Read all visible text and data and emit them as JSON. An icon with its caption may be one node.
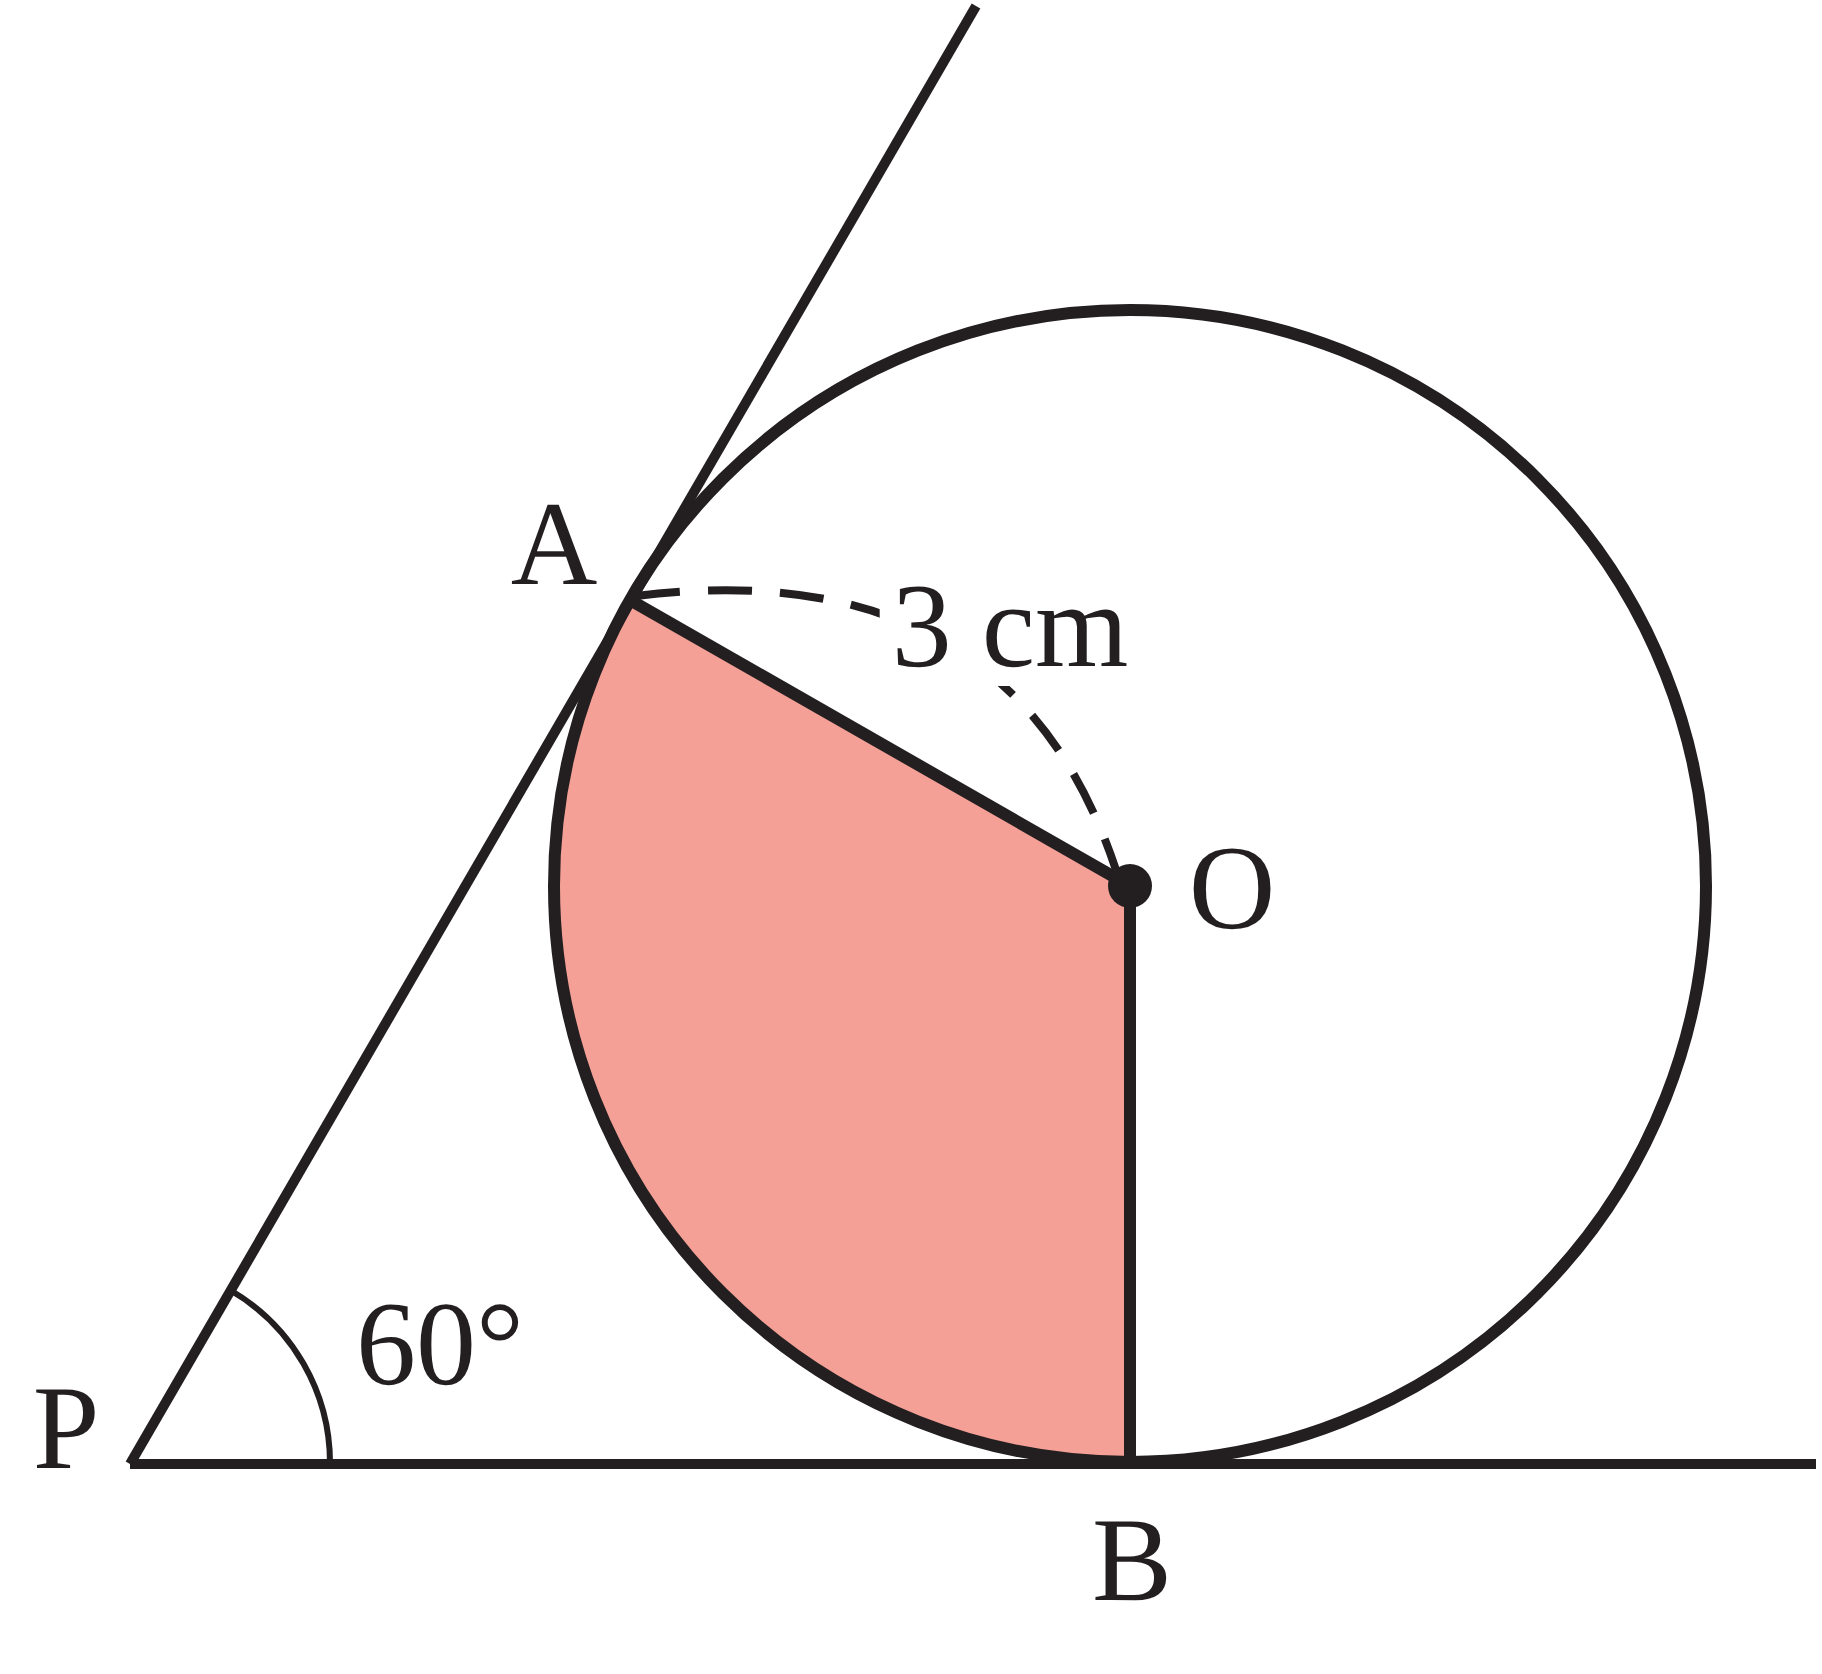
{
  "diagram": {
    "labels": [
      "A",
      "3 cm",
      "O",
      "60°",
      "P",
      "B"
    ]
  }
}
